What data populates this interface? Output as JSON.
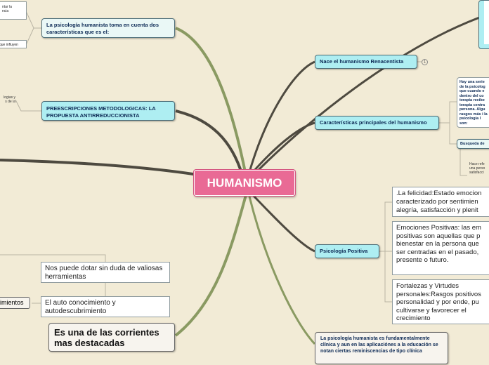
{
  "central": {
    "title": "HUMANISMO"
  },
  "left": {
    "topic1": "La psicología humanista toma en cuenta dos características que es el:",
    "topic2": "PREESCRIPCIONES METODOLOGICAS: LA PROPUESTA ANTIRREDUCCIONISTA",
    "leaf_cut1": "ntar la\nncia",
    "leaf_cut2": "que influyen",
    "leaf_cut3": "logias y\ns de la",
    "leaf_cut4": "imientos",
    "box_tools": "Nos puede dotar sin duda de valiosas herramientas",
    "box_self": "El auto conocimiento y autodescubrimiento",
    "box_main": "Es una de las corrientes mas destacadas"
  },
  "right": {
    "renacentista": "Nace el humanismo Renacentista",
    "renacentista_badge": "1",
    "caracteristicas": "Características principales del humanismo",
    "desc_cut": "Hay una serie de la psicolog que cuando e dentro del co terapia recibe terapia centra persona. Algu rasgos más i la psicología l son:",
    "busqueda": "Busqueda de",
    "hace_cut": "Hace refe una perso satisfacci",
    "positiva": "Psicología Positiva",
    "felicidad": ".La felicidad:Estado emocion caracterizado por sentimien alegría, satisfacción y plenit",
    "emociones": "Emociones Positivas: las em positivas son aquellas que p bienestar en la persona que ser centradas en el pasado, presente o futuro.",
    "fortalezas": "Fortalezas y Virtudes personales:Rasgos positivos personalidad y por ende, pu cultivarse y favorecer el crecimiento",
    "clinica": "La psicología humanista es fundamentalmente clínica y aun en las aplicaciónes a la educación se notan ciertas reminiscencias de tipo clínica"
  },
  "colors": {
    "background": "#f2ebd6",
    "central": "#e96a95",
    "topic_fill": "#aeeef2",
    "branch_dark": "#4e4a40",
    "branch_olive": "#8a9a62"
  }
}
